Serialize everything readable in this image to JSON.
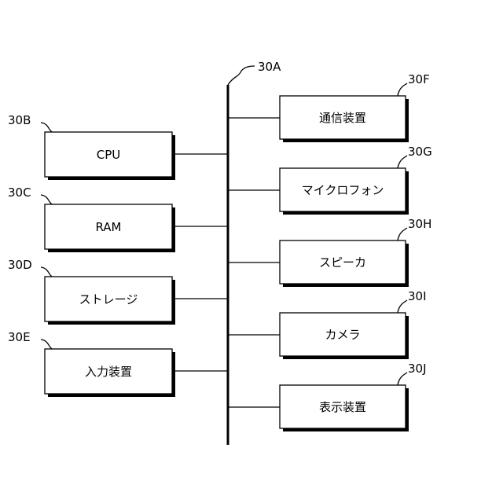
{
  "bus": {
    "ref": "30A"
  },
  "left_blocks": [
    {
      "ref": "30B",
      "label": "CPU"
    },
    {
      "ref": "30C",
      "label": "RAM"
    },
    {
      "ref": "30D",
      "label": "ストレージ"
    },
    {
      "ref": "30E",
      "label": "入力装置"
    }
  ],
  "right_blocks": [
    {
      "ref": "30F",
      "label": "通信装置"
    },
    {
      "ref": "30G",
      "label": "マイクロフォン"
    },
    {
      "ref": "30H",
      "label": "スピーカ"
    },
    {
      "ref": "30I",
      "label": "カメラ"
    },
    {
      "ref": "30J",
      "label": "表示装置"
    }
  ]
}
